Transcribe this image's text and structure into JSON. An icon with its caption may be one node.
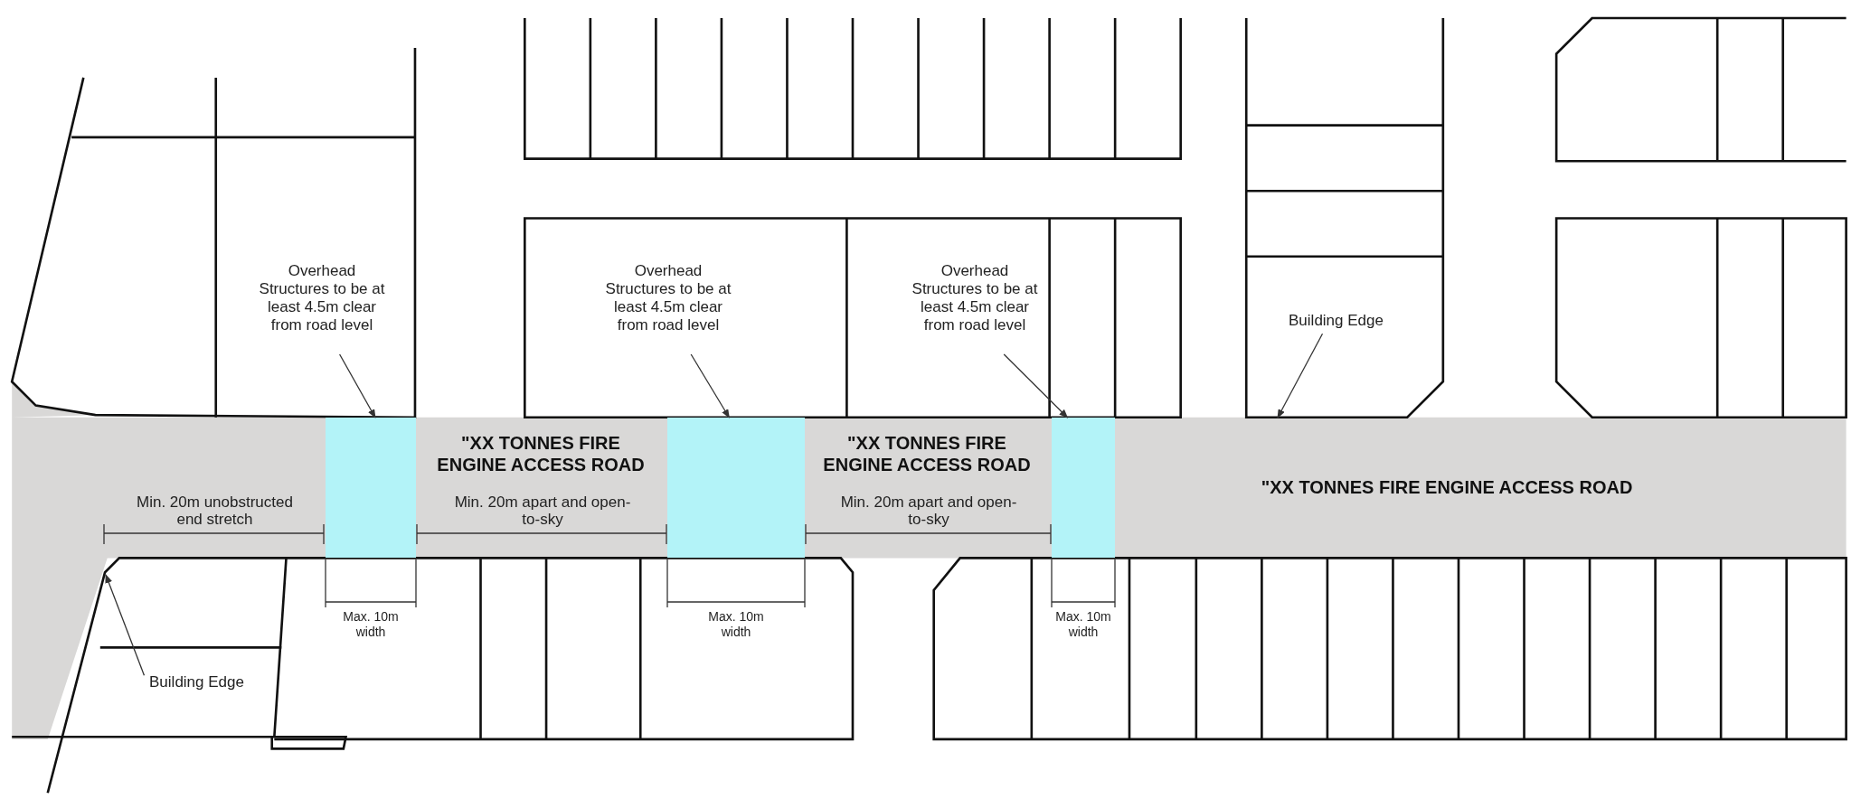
{
  "diagram": {
    "nodes": [
      {
        "text": [
          "Overhead Structures to be at least 4.5m clear from road level"
        ]
      },
      {
        "text": [],
        "shape": "box"
      },
      {
        "text": [
          "Overhead Structures to be at least 4.5m clear from road level"
        ]
      },
      {
        "text": [],
        "shape": "box"
      },
      {
        "text": [
          "Overhead Structures to be at least 4.5m clear from road level"
        ]
      },
      {
        "text": [],
        "shape": "box"
      },
      {
        "text": [
          "Building Edge"
        ]
      },
      {
        "text": [
          "Building Edge"
        ]
      }
    ],
    "edges": [
      {
        "from": 0,
        "to": 1,
        "arrow": "to"
      },
      {
        "from": 2,
        "to": 3,
        "arrow": "to"
      },
      {
        "from": 4,
        "to": 5,
        "arrow": "to"
      },
      {
        "from": 6,
        "to": null,
        "arrow": "to"
      },
      {
        "from": 7,
        "to": null,
        "arrow": "to"
      }
    ],
    "labels": [
      "\"XX TONNES FIRE ENGINE ACCESS ROAD",
      "\"XX TONNES FIRE ENGINE ACCESS ROAD",
      "\"XX TONNES FIRE ENGINE ACCESS ROAD",
      "Min. 20m unobstructed end stretch",
      "Min. 20m apart and open-to-sky",
      "Min. 20m apart and open-to-sky",
      "Max. 10m width",
      "Max. 10m width",
      "Max. 10m width"
    ]
  }
}
